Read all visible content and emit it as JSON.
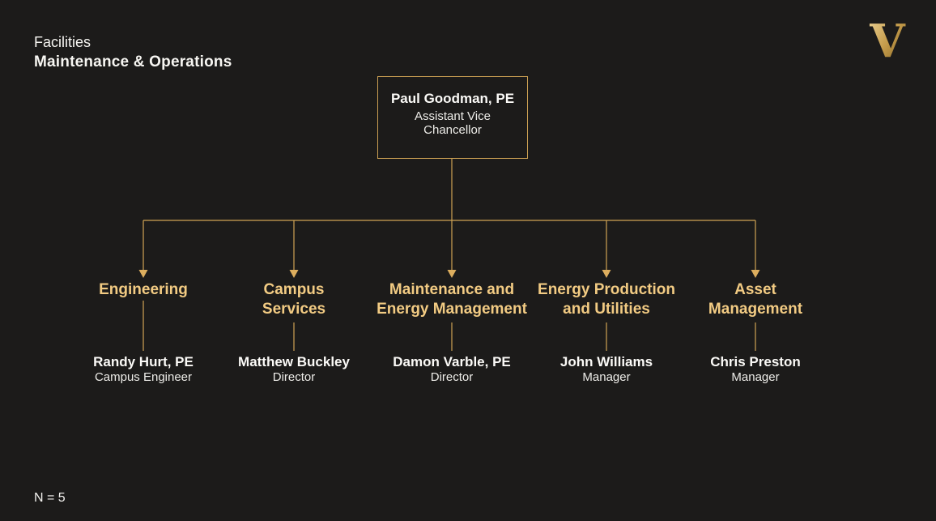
{
  "header": {
    "subtitle": "Facilities",
    "title": "Maintenance & Operations"
  },
  "logo": {
    "letter": "V"
  },
  "root": {
    "name": "Paul Goodman, PE",
    "role": "Assistant Vice Chancellor"
  },
  "branches": [
    {
      "title": "Engineering",
      "name": "Randy Hurt, PE",
      "role": "Campus Engineer"
    },
    {
      "title": "Campus Services",
      "name": "Matthew Buckley",
      "role": "Director"
    },
    {
      "title": "Maintenance and Energy Management",
      "name": "Damon Varble, PE",
      "role": "Director"
    },
    {
      "title": "Energy Production and Utilities",
      "name": "John Williams",
      "role": "Manager"
    },
    {
      "title": "Asset Management",
      "name": "Chris Preston",
      "role": "Manager"
    }
  ],
  "footer": {
    "count_label": "N = 5"
  },
  "colors": {
    "background": "#1c1b1a",
    "accent_gold_text": "#f2cb83",
    "connector_gold": "#cfa355",
    "box_border_gold": "#c99e52",
    "text_white": "#fbfaf7",
    "logo_gradient_light": "#eed598",
    "logo_gradient_dark": "#7d5f20"
  }
}
